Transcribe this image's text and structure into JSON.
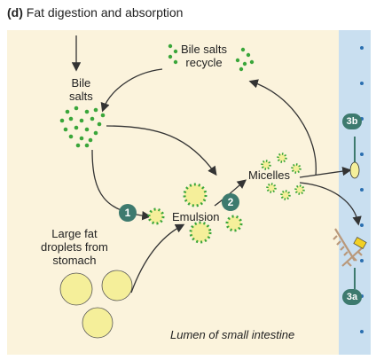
{
  "header": {
    "letter": "(d)",
    "title": "Fat digestion and absorption"
  },
  "labels": {
    "bile_salts_recycle_1": "Bile salts",
    "bile_salts_recycle_2": "recycle",
    "bile_salts_1": "Bile",
    "bile_salts_2": "salts",
    "emulsion": "Emulsion",
    "micelles": "Micelles",
    "large_fat_1": "Large fat",
    "large_fat_2": "droplets from",
    "large_fat_3": "stomach",
    "lumen": "Lumen of small intestine"
  },
  "steps": {
    "s1": "1",
    "s2": "2",
    "s3a": "3a",
    "s3b": "3b"
  },
  "colors": {
    "panel_bg": "#fbf3dc",
    "step_green": "#3d7a6e",
    "dot_green": "#3aa63a",
    "droplet_yellow": "#f5ef9a",
    "mucosa_blue": "#c9dff0",
    "enzyme_brown": "#b9987a",
    "transporter_yellow": "#f2d024"
  }
}
